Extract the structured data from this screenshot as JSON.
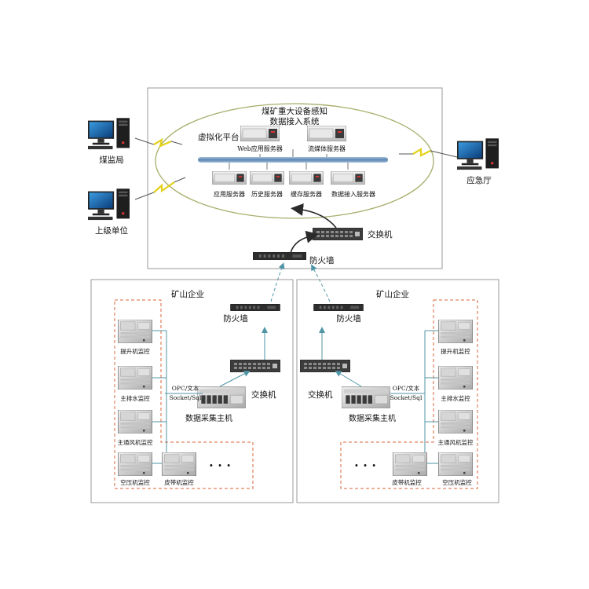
{
  "platform": {
    "title_line1": "煤矿重大设备感知",
    "title_line2": "数据接入系统",
    "virtualization": "虚拟化平台",
    "servers_top": [
      "Web应用服务器",
      "流媒体服务器"
    ],
    "servers_bottom": [
      "应用服务器",
      "历史服务器",
      "缓存服务器",
      "数据接入服务器"
    ],
    "switch": "交换机",
    "firewall": "防火墙"
  },
  "external": {
    "coal_bureau": "煤监局",
    "superior": "上级单位",
    "emergency": "应急厅"
  },
  "mines": [
    {
      "title": "矿山企业",
      "firewall": "防火墙",
      "switch": "交换机",
      "host": "数据采集主机",
      "protocol_line1": "OPC/文本",
      "protocol_line2": "Socket/Sql",
      "devices": [
        "提升机监控",
        "主排水监控",
        "主通风机监控",
        "空压机监控",
        "皮带机监控"
      ],
      "dots": "· · ·"
    },
    {
      "title": "矿山企业",
      "firewall": "防火墙",
      "switch": "交换机",
      "host": "数据采集主机",
      "protocol_line1": "OPC/文本",
      "protocol_line2": "Socket/Sql",
      "devices": [
        "提升机监控",
        "主排水监控",
        "主通风机监控",
        "皮带机监控",
        "空压机监控"
      ],
      "dots": "· · ·"
    }
  ],
  "colors": {
    "border": "#9a9a9a",
    "ellipse": "#a8ad6a",
    "bus": "#6f93b8",
    "dashed_box": "#d9643a",
    "link": "#4f95a6",
    "arrow": "#2b2b2b",
    "lightning": "#e3d21a"
  }
}
